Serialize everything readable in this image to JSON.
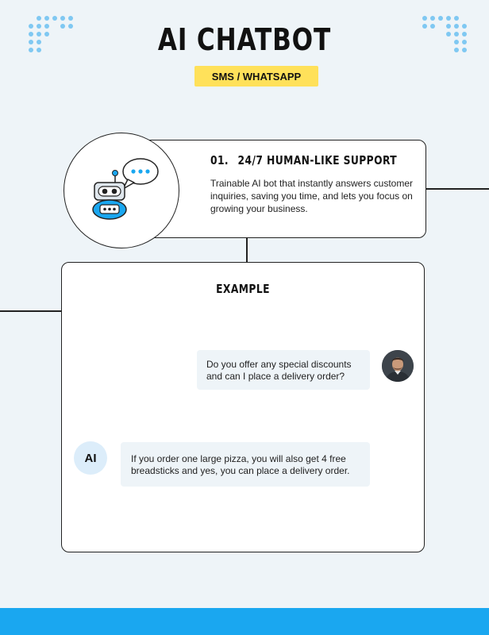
{
  "header": {
    "title": "AI CHATBOT",
    "badge": "SMS / WHATSAPP"
  },
  "feature": {
    "number": "01.",
    "heading": "24/7 HUMAN-LIKE SUPPORT",
    "description": "Trainable AI bot that instantly answers customer inquiries, saving you time, and lets you focus on growing your business.",
    "icon": "chatbot-robot-icon"
  },
  "example": {
    "title": "EXAMPLE",
    "user_message": "Do you offer any special discounts and can I place a delivery order?",
    "ai_label": "AI",
    "ai_message": "If you  order one large pizza, you will also get 4 free breadsticks and yes, you can place a delivery order."
  },
  "colors": {
    "background": "#eef4f8",
    "accent_yellow": "#ffe15a",
    "accent_blue": "#1aa7f0",
    "dots": "#7fc8f2"
  }
}
